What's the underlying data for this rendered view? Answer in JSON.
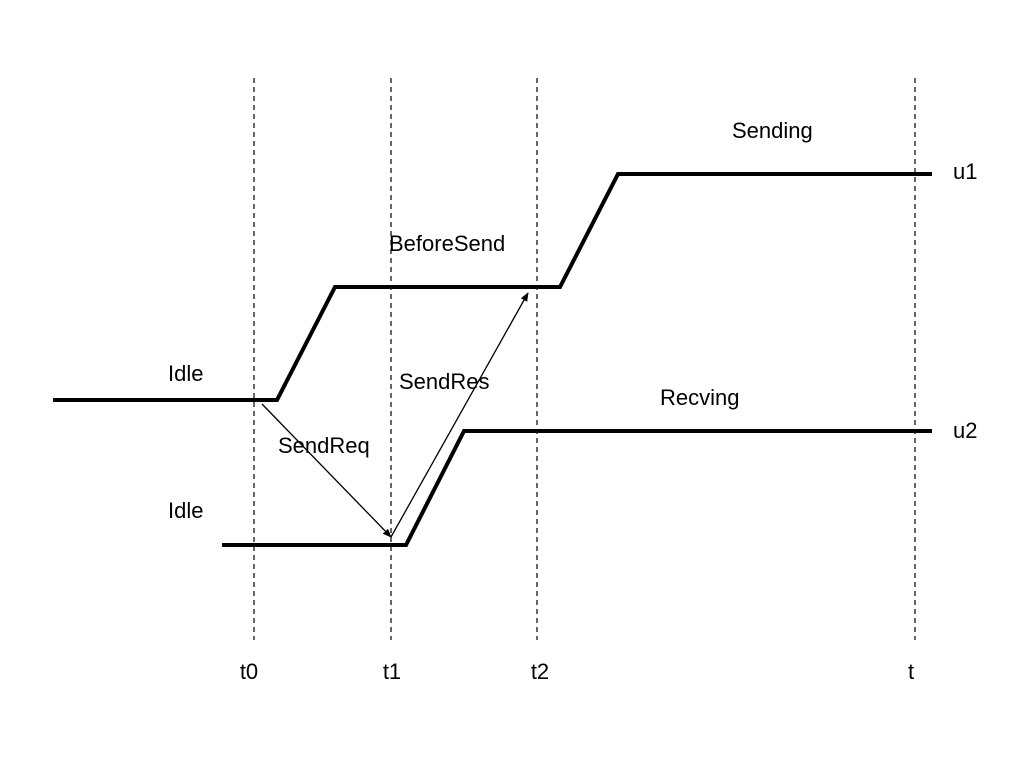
{
  "time_markers": [
    {
      "label": "t0"
    },
    {
      "label": "t1"
    },
    {
      "label": "t2"
    },
    {
      "label": "t"
    }
  ],
  "signals": [
    {
      "name": "u1",
      "states": [
        "Idle",
        "BeforeSend",
        "Sending"
      ]
    },
    {
      "name": "u2",
      "states": [
        "Idle",
        "Recving"
      ]
    }
  ],
  "messages": [
    {
      "label": "SendReq",
      "from": "u1",
      "to": "u2"
    },
    {
      "label": "SendRes",
      "from": "u2",
      "to": "u1"
    }
  ],
  "colors": {
    "line": "#000000",
    "background": "#ffffff"
  }
}
